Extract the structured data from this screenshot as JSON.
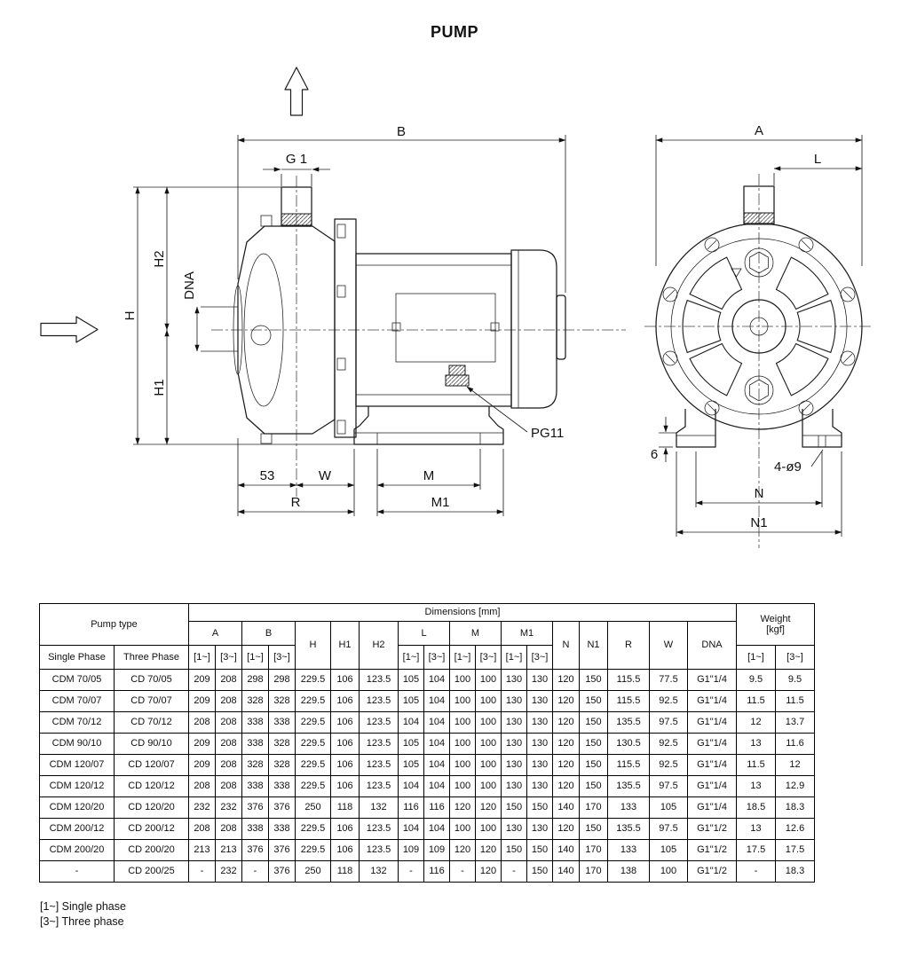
{
  "title": "PUMP",
  "drawing": {
    "side": {
      "B": "B",
      "G1": "G 1",
      "H": "H",
      "H2": "H2",
      "H1": "H1",
      "DNA": "DNA",
      "d53": "53",
      "W": "W",
      "M": "M",
      "R": "R",
      "M1": "M1",
      "PG11": "PG11"
    },
    "front": {
      "A": "A",
      "L": "L",
      "d6": "6",
      "holes": "4-ø9",
      "N": "N",
      "N1": "N1"
    }
  },
  "table": {
    "header": {
      "pump_type": "Pump type",
      "dimensions": "Dimensions [mm]",
      "weight_line1": "Weight",
      "weight_line2": "[kgf]",
      "single_phase": "Single Phase",
      "three_phase": "Three Phase",
      "col_A": "A",
      "col_B": "B",
      "col_H": "H",
      "col_H1": "H1",
      "col_H2": "H2",
      "col_L": "L",
      "col_M": "M",
      "col_M1": "M1",
      "col_N": "N",
      "col_N1": "N1",
      "col_R": "R",
      "col_W": "W",
      "col_DNA": "DNA",
      "sub_single": "[1~]",
      "sub_three": "[3~]"
    },
    "rows": [
      [
        "CDM 70/05",
        "CD 70/05",
        "209",
        "208",
        "298",
        "298",
        "229.5",
        "106",
        "123.5",
        "105",
        "104",
        "100",
        "100",
        "130",
        "130",
        "120",
        "150",
        "115.5",
        "77.5",
        "G1\"1/4",
        "9.5",
        "9.5"
      ],
      [
        "CDM 70/07",
        "CD 70/07",
        "209",
        "208",
        "328",
        "328",
        "229.5",
        "106",
        "123.5",
        "105",
        "104",
        "100",
        "100",
        "130",
        "130",
        "120",
        "150",
        "115.5",
        "92.5",
        "G1\"1/4",
        "11.5",
        "11.5"
      ],
      [
        "CDM 70/12",
        "CD 70/12",
        "208",
        "208",
        "338",
        "338",
        "229.5",
        "106",
        "123.5",
        "104",
        "104",
        "100",
        "100",
        "130",
        "130",
        "120",
        "150",
        "135.5",
        "97.5",
        "G1\"1/4",
        "12",
        "13.7"
      ],
      [
        "CDM 90/10",
        "CD 90/10",
        "209",
        "208",
        "338",
        "328",
        "229.5",
        "106",
        "123.5",
        "105",
        "104",
        "100",
        "100",
        "130",
        "130",
        "120",
        "150",
        "130.5",
        "92.5",
        "G1\"1/4",
        "13",
        "11.6"
      ],
      [
        "CDM 120/07",
        "CD 120/07",
        "209",
        "208",
        "328",
        "328",
        "229.5",
        "106",
        "123.5",
        "105",
        "104",
        "100",
        "100",
        "130",
        "130",
        "120",
        "150",
        "115.5",
        "92.5",
        "G1\"1/4",
        "11.5",
        "12"
      ],
      [
        "CDM 120/12",
        "CD 120/12",
        "208",
        "208",
        "338",
        "338",
        "229.5",
        "106",
        "123.5",
        "104",
        "104",
        "100",
        "100",
        "130",
        "130",
        "120",
        "150",
        "135.5",
        "97.5",
        "G1\"1/4",
        "13",
        "12.9"
      ],
      [
        "CDM 120/20",
        "CD 120/20",
        "232",
        "232",
        "376",
        "376",
        "250",
        "118",
        "132",
        "116",
        "116",
        "120",
        "120",
        "150",
        "150",
        "140",
        "170",
        "133",
        "105",
        "G1\"1/4",
        "18.5",
        "18.3"
      ],
      [
        "CDM 200/12",
        "CD 200/12",
        "208",
        "208",
        "338",
        "338",
        "229.5",
        "106",
        "123.5",
        "104",
        "104",
        "100",
        "100",
        "130",
        "130",
        "120",
        "150",
        "135.5",
        "97.5",
        "G1\"1/2",
        "13",
        "12.6"
      ],
      [
        "CDM 200/20",
        "CD 200/20",
        "213",
        "213",
        "376",
        "376",
        "229.5",
        "106",
        "123.5",
        "109",
        "109",
        "120",
        "120",
        "150",
        "150",
        "140",
        "170",
        "133",
        "105",
        "G1\"1/2",
        "17.5",
        "17.5"
      ],
      [
        "-",
        "CD 200/25",
        "-",
        "232",
        "-",
        "376",
        "250",
        "118",
        "132",
        "-",
        "116",
        "-",
        "120",
        "-",
        "150",
        "140",
        "170",
        "138",
        "100",
        "G1\"1/2",
        "-",
        "18.3"
      ]
    ]
  },
  "notes": [
    "[1~] Single phase",
    "[3~] Three phase"
  ]
}
